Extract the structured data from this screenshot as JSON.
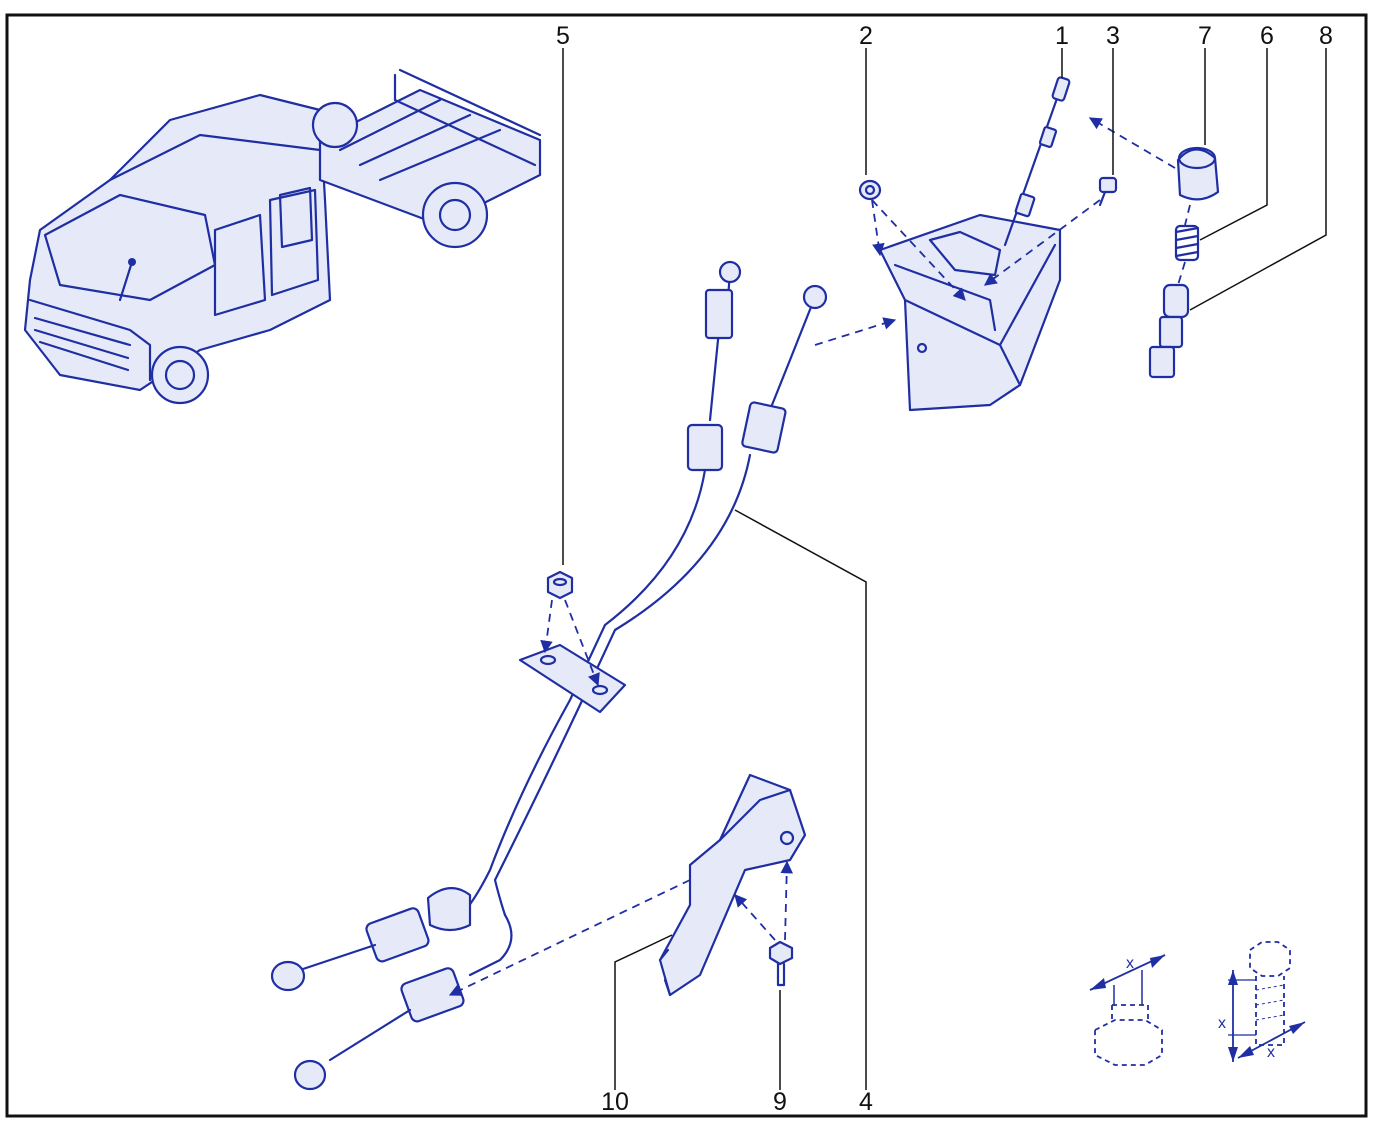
{
  "callouts": [
    "1",
    "2",
    "3",
    "4",
    "5",
    "6",
    "7",
    "8",
    "9",
    "10"
  ],
  "symbols": {
    "dimension": "x"
  },
  "colors": {
    "line": "#1f2fa3",
    "text": "#111111",
    "border": "#111111"
  }
}
